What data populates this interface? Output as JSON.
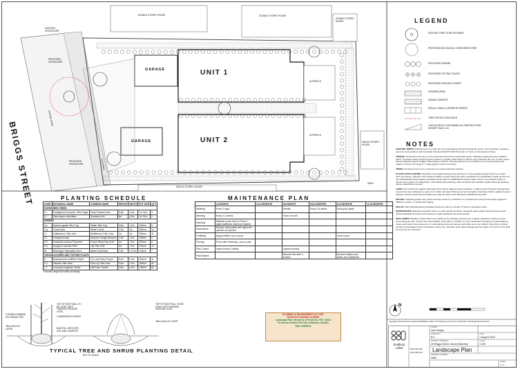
{
  "plan": {
    "street": "BRIGGS STREET",
    "unit1": "UNIT 1",
    "unit2": "UNIT 2",
    "garage": "GARAGE",
    "neighbours": [
      "DOUBLE STOREY HOUSE",
      "DOUBLE STOREY HOUSE",
      "DOUBLE STOREY HOUSE",
      "SINGLE STOREY HOUSE",
      "SINGLE STOREY HOUSE",
      "SHED"
    ],
    "crossovers": [
      "EXISTING CROSSOVER",
      "PROPOSED CROSSOVER",
      "PROPOSED CROSSOVER"
    ],
    "nature_strip": "NATURE STRIP",
    "footpath": "FOOTPATH",
    "alfresco": "ALFRESCO"
  },
  "legend": {
    "title": "LEGEND",
    "items": [
      {
        "label": "EXISTING TREE TO BE RETAINED"
      },
      {
        "label": "PROPOSED DECIDUOUS / EVERGREEN TREE"
      },
      {
        "label": "PROPOSED SHRUBS"
      },
      {
        "label": "PROPOSED TUFTING PLANTS"
      },
      {
        "label": "PROPOSED GROUND COVERS"
      },
      {
        "label": "GRASSED AREA"
      },
      {
        "label": "GRAVEL SURFACE"
      },
      {
        "label": "500mm x 500mm CONCRETE PAVERS"
      },
      {
        "label": "TREE PROTECTION FENCE"
      },
      {
        "label": "2.5x2.0m SPLAY CONTAINING NO OBSTRUCTIONS HIGHER THAN 1.2m"
      }
    ]
  },
  "notes": {
    "title": "NOTES",
    "paragraphs": [
      {
        "h": "EXISTING TREES:",
        "t": "Existing trees to remain are to be adequately protected during site works. Tree protection measures are to be in accordance with Australian Standard AS4970-2009 Protection of Trees on Development Sites."
      },
      {
        "h": "TOPSOIL:",
        "t": "All topsoil to the site is to be screened and free from perennial weeds. Cultivate existing site soil to 200mm depth. To garden areas spread imported topsoil to a lightly rolled depth of 150mm over cultivated site soil. To lawn areas spread imported topsoil to lightly rolled depth of 100mm. Imported topsoil to be a 70/30 mix of screened topsoil and organic compost, pH range 6-7. Apply gypsum where necessary."
      },
      {
        "h": "TREES:",
        "t": "All canopy trees to be a minimum 2.0 metres tall when planted."
      },
      {
        "h": "PLANTS AND PLANTING:",
        "t": "All plants to be healthy disease-free specimens. Overexcavate all plant holes by at least twice pot volume. Spread a slow release fertiliser to each plant hole at the manufacturers specification. Stake all trees by two 2100x50x50 pointed stakes and large shrubs with one 1800x25x25 pointed stake. All ties to be flexible rubber or canvas ties in figure of configuration. Immediately after planting, water all plants and maintain regular follow-up watering during establishment period."
      },
      {
        "h": "LAWN:",
        "t": "Soil in finish as a lightly rolled layer 8mm above adjacent paved surfaces, or (60mm pad of topsoil). Spread lawn seed at the rate of 40g/sqm to equal. For instant turf grass finish lay turf rolls as lightly rolled layer flush to adjacent paved surfaces. Ensure seed bed and instant turf areas are kept moist during the establishment period."
      },
      {
        "h": "EDGING:",
        "t": "Separate garden bed, gravel and lawn areas by a 150x20 C.C.A treated pine (ACQ) board edge pegged at 1000mm centres, or similar hard edging."
      },
      {
        "h": "MULCH:",
        "t": "After planting spread shredded pinewood mulch to a depth of 75mm to all garden beds."
      },
      {
        "h": "MAINTENANCE:",
        "t": "Maintain all garden beds in a neat and tidy condition. Regularly water garden beds and lawn areas during establishment period and during dry spells. Eradicate any weed growth."
      },
      {
        "h": "DISCLAIMER:",
        "t": "Bradbury Culina shall not be liable for any damage caused to the existing vegetation retained on and surrounding the site. It is the sole responsibility of the owner or builder. It is the Landscape Contractor's responsibility to locate and protect all services prior to undertaking works and various authorities are to be notified. Should any existing services be damaged during construction works, the contractor shall make arrangement for repairs. All costs for this shall be borne by the contractor."
      }
    ]
  },
  "planting_schedule": {
    "title": "PLANTING SCHEDULE",
    "columns": [
      "CODE",
      "BOTANICAL NAME",
      "COMMON NAME",
      "HEIGHT",
      "WIDTH",
      "POT SIZE",
      "QTY"
    ],
    "groups": [
      {
        "name": "EVERGREEN TREES",
        "rows": [
          [
            "E.l",
            "Eucalyptus leucoxylon 'Little Sugar'",
            "Dwarf Spotted Gum",
            "6-8m",
            "4-6m",
            "2m TALL",
            "2"
          ],
          [
            "E.r",
            "Elaeocarpus reticulatus",
            "Blueberry Ash",
            "8m",
            "4-6m",
            "2m TALL",
            "2"
          ]
        ]
      },
      {
        "name": "SHRUBS",
        "rows": [
          [
            "A.s",
            "Acacia cognata 'Mini Cog'",
            "Wattle 'Mini Cog'",
            "0.8m",
            "1.2m",
            "150mm",
            "6"
          ],
          [
            "C.g",
            "Correa alba",
            "White Correa",
            "1.0m",
            "1m",
            "150mm",
            "14"
          ],
          [
            "C.l",
            "Callistemon 'Little John'",
            "Bottlebrush 'Little John'",
            "1m",
            "1m",
            "150mm",
            "11"
          ],
          [
            "C.t",
            "Choisya ternata",
            "Mexican Orange Blossom",
            "1.5m",
            "1.5m",
            "150mm",
            "8"
          ],
          [
            "D.P",
            "Dodonaea viscosa 'Purpurea'",
            "Purple Sticky Hop-bush",
            "3m",
            "1.5m",
            "200mm",
            "5"
          ],
          [
            "S.b",
            "Syzygium australe 'Elite'",
            "Lilly Pilly 'Elite'",
            "3m",
            "1.5m",
            "200mm",
            "14"
          ],
          [
            "W.",
            "Westringia 'Wynyabbie Gem'",
            "Native Rosemary",
            "1.5m",
            "1.5-2m",
            "140mm",
            "7"
          ]
        ]
      },
      {
        "name": "GROUNDCOVERS AND TUFTING PLANTS",
        "rows": [
          [
            "B.",
            "Brachyscome multifida 'Purple'",
            "Cut Leaf Daisy 'Purple'",
            "0.3m",
            "0.6m",
            "150mm",
            "11"
          ],
          [
            "D.J",
            "Dianella 'Little Jess'",
            "Flax Lily 'Little Jess'",
            "0.4m",
            "0.4m",
            "150mm",
            "40"
          ],
          [
            "L.T",
            "Lomandra longifolia 'Tanika'",
            "Mat Rush 'Tanika'",
            "0.6m",
            "0.6m",
            "140mm",
            "60"
          ]
        ]
      }
    ],
    "footnote": "* Denotes height and width at maturity"
  },
  "maintenance_plan": {
    "title": "MAINTENANCE PLAN",
    "columns": [
      "",
      "1st MONTH",
      "1st-3 MONTHS",
      "3rd MONTH",
      "3rd-6 MONTHS",
      "6-12 MONTHS",
      "12-24 MONTHS"
    ],
    "rows": [
      [
        "Watering",
        "Every 3 days",
        "",
        "Weekly",
        "Every 3-6 weeks",
        "During dry spells",
        ""
      ],
      [
        "Weeding",
        "Every 2-3 weeks",
        "",
        "Once a month",
        "",
        "",
        ""
      ],
      [
        "Mulching",
        "Maintain mulch level at 75mm + apply additional mulch as required",
        "",
        "",
        "",
        "",
        ""
      ],
      [
        "Dead plants",
        "Replace dead plants with approved species as required",
        "",
        "",
        "",
        "",
        ""
      ],
      [
        "Fertilising",
        "Apply fertiliser once a year",
        "",
        "",
        "",
        "Once a year",
        ""
      ],
      [
        "Pruning",
        "Prune after flowering - once a year",
        "",
        "",
        "",
        "",
        ""
      ],
      [
        "Pest Control",
        "Inspect every 2 weeks",
        "",
        "Inspect monthly",
        "",
        "",
        ""
      ],
      [
        "Plant Stakes",
        "",
        "",
        "Remove ties after 3 months",
        "",
        "Remove stakes once plants are established",
        ""
      ]
    ]
  },
  "approval": {
    "l1": "PLANNING & ENVIRONMENT ACT 1987",
    "l2": "MONASH PLANNING SCHEME",
    "l3": "Landscape Plan referred to in Permit No. TPA / 49241",
    "l4": "For and on behalf of the City of Monash: Danielle",
    "l5": "Date: 6/05/2022"
  },
  "detail": {
    "title": "TYPICAL TREE AND SHRUB PLANTING DETAIL",
    "subtitle": "NOT TO SCALE",
    "labels": [
      "TOP OF ROOT BALL TO BE LEVEL WITH FINISHED GROUND LEVEL",
      "FLEXIBLE RUBBER OR CANVAS TIES",
      "2 HARDWOOD STAKES",
      "75mm MULCH LAYER",
      "BACKFILL WITH SITE SOIL AND COMPOST",
      "TOP OF ROOT BALL TO BE LEVEL WITH FINISHED GROUND LEVEL",
      "75mm MULCH LAYER"
    ]
  },
  "title_block": {
    "firm": "bradbury culina",
    "client_label": "CLIENT",
    "client": "Xao Design",
    "drawn_label": "DRAWN BY",
    "drawn": "B.C.",
    "date_label": "DATE",
    "date": "1 August 2022",
    "address_label": "PROJECT ADDRESS",
    "address": "30 Briggs Street, Mount Waverley",
    "scale_label": "SCALE",
    "scale": "1:100",
    "phone1": "0401 833 455",
    "phone2": "0413 945 570",
    "drawing_title": "Landscape Plan",
    "number_label": "DRAWING NUMBER",
    "number": "2684",
    "sheet_label": "SHEET",
    "sheet": "1 / 1",
    "north": "N",
    "copyright": "Copyright of this document remains with Bradbury Culina. This drawing is to be read in conjunction with all relevant documents."
  }
}
